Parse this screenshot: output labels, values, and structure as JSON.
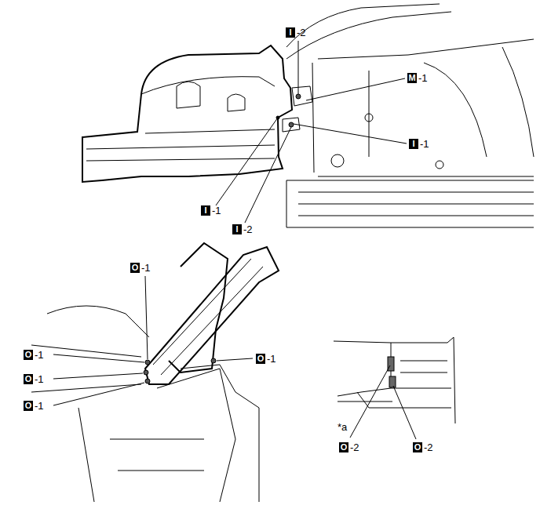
{
  "diagram": {
    "labels": [
      "I",
      "-2",
      "M",
      "-1",
      "I",
      "-1",
      "I",
      "-1",
      "I",
      "-2",
      "O",
      "-1",
      "O",
      "-1",
      "O",
      "-1",
      "O",
      "-1",
      "O",
      "-1",
      "*a",
      "O",
      "-2",
      "O",
      "-2"
    ]
  }
}
